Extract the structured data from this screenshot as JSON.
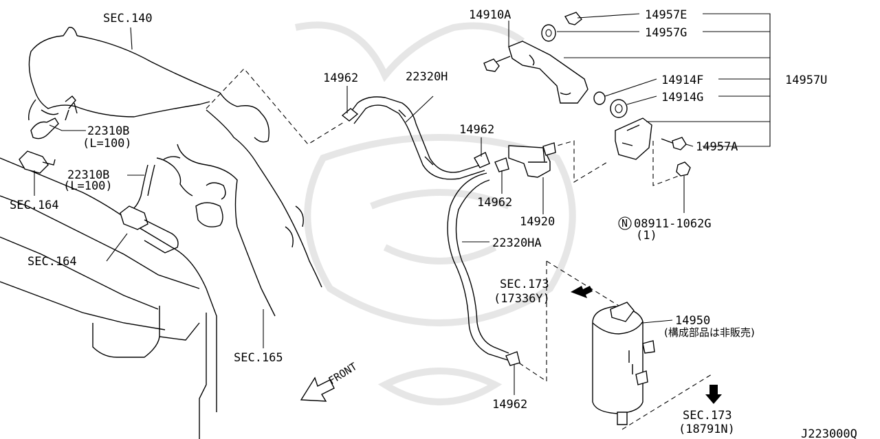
{
  "diagram": {
    "labels": {
      "sec140": "SEC.140",
      "p14910a": "14910A",
      "p14957e": "14957E",
      "p14957g": "14957G",
      "p14962_top": "14962",
      "p22320h": "22320H",
      "p14914f": "14914F",
      "p14957u": "14957U",
      "p14914g": "14914G",
      "p22310b_1": "22310B",
      "p22310b_1_len": "(L=100)",
      "p14962_mid": "14962",
      "p14957a": "14957A",
      "p22310b_2": "22310B",
      "p22310b_2_len": "(L=100)",
      "sec164_1": "SEC.164",
      "p14962_low": "14962",
      "p14920": "14920",
      "n_symbol": "N",
      "p08911": "08911-1062G",
      "p08911_qty": "(1)",
      "p22320ha": "22320HA",
      "sec164_2": "SEC.164",
      "sec173_1": "SEC.173",
      "sec173_1_ref": "(17336Y)",
      "p14950": "14950",
      "p14950_note": "(構成部品は非販売)",
      "sec165": "SEC.165",
      "front": "FRONT",
      "p14962_bottom": "14962",
      "sec173_2": "SEC.173",
      "sec173_2_ref": "(18791N)",
      "diagram_code": "J223000Q"
    }
  }
}
